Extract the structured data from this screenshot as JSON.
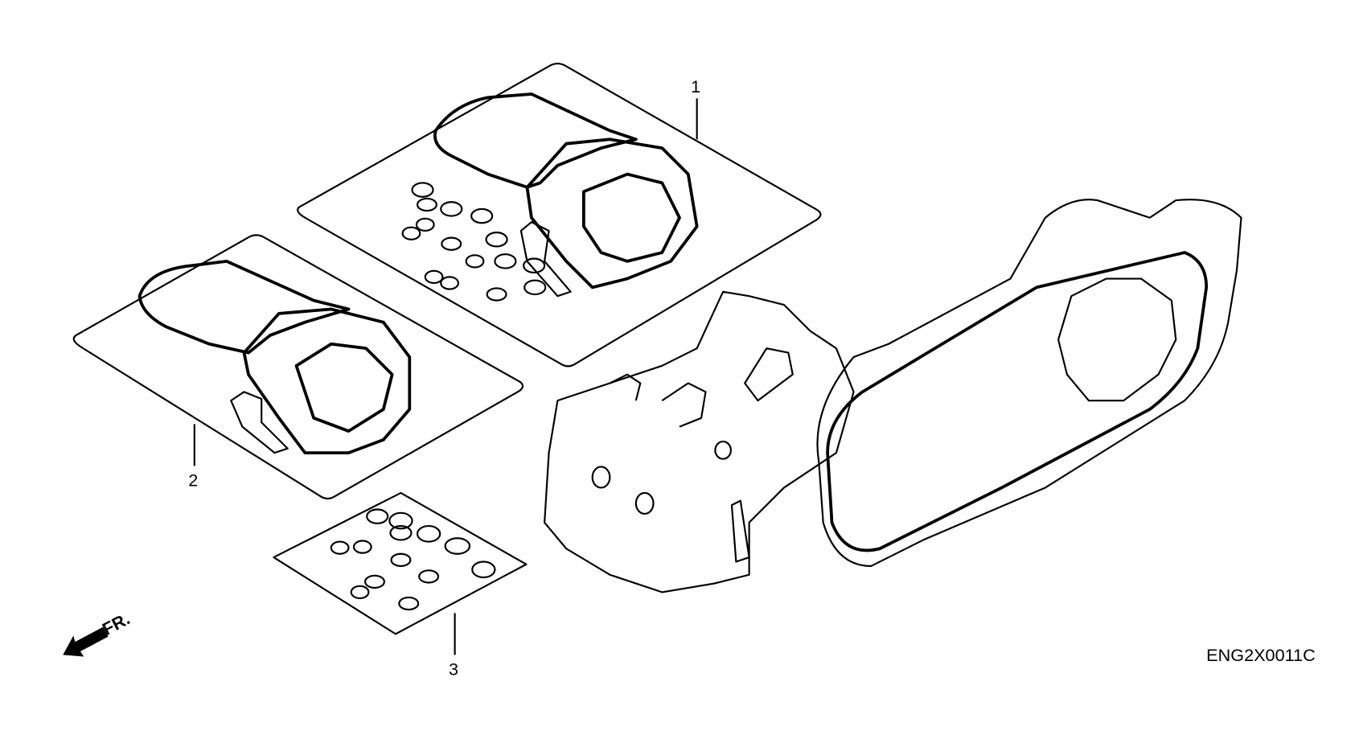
{
  "diagram": {
    "code": "ENG2X0011C",
    "direction_marker": "FR.",
    "callouts": [
      {
        "number": "1",
        "item": "gasket-kit-sheet-1"
      },
      {
        "number": "2",
        "item": "gasket-kit-sheet-2"
      },
      {
        "number": "3",
        "item": "o-ring-kit-sheet-3"
      }
    ]
  }
}
